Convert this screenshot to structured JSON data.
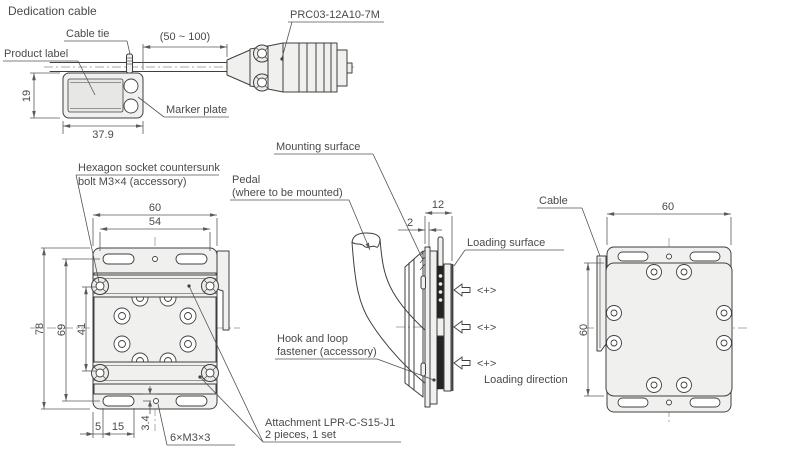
{
  "drawing_title": "Dedication cable",
  "cable_assembly": {
    "labels": {
      "product_label": "Product label",
      "cable_tie": "Cable tie",
      "marker_plate": "Marker plate",
      "connector_model": "PRC03-12A10-7M"
    },
    "dims": {
      "free_length": "(50 ~ 100)",
      "plate_height": "19",
      "plate_width": "37.9"
    }
  },
  "front_view": {
    "labels": {
      "bolt_line1": "Hexagon socket countersunk",
      "bolt_line2": "bolt M3×4 (accessory)",
      "attachment_line1": "Attachment LPR-C-S15-J1",
      "attachment_line2": "2 pieces, 1 set",
      "tap_holes": "6×M3×3"
    },
    "dims": {
      "overall_width": "60",
      "bolt_pitch_h": "54",
      "overall_height": "78",
      "slot_pitch": "69",
      "bolt_pitch_v": "41",
      "slot_edge": "5",
      "slot_length": "15",
      "hole_offset": "3.4"
    }
  },
  "side_view": {
    "labels": {
      "mounting_surface": "Mounting surface",
      "pedal_line1": "Pedal",
      "pedal_line2": "(where to be mounted)",
      "loading_surface": "Loading surface",
      "hook_line1": "Hook and loop",
      "hook_line2": "fastener (accessory)",
      "loading_direction": "Loading direction",
      "load_point": "<+>"
    },
    "dims": {
      "mount_plate_thickness": "2",
      "overall_thickness": "12"
    }
  },
  "rear_view": {
    "labels": {
      "cable": "Cable"
    },
    "dims": {
      "width": "60",
      "height": "60"
    }
  },
  "colors": {
    "line": "#3f3f3f",
    "dimension_line": "#5a5a5a",
    "text": "#4a4a4a",
    "plate_fill": "#f0f0ee",
    "sticker_fill": "#e7e7e5",
    "fastener_dark": "#242424",
    "background": "#ffffff"
  }
}
